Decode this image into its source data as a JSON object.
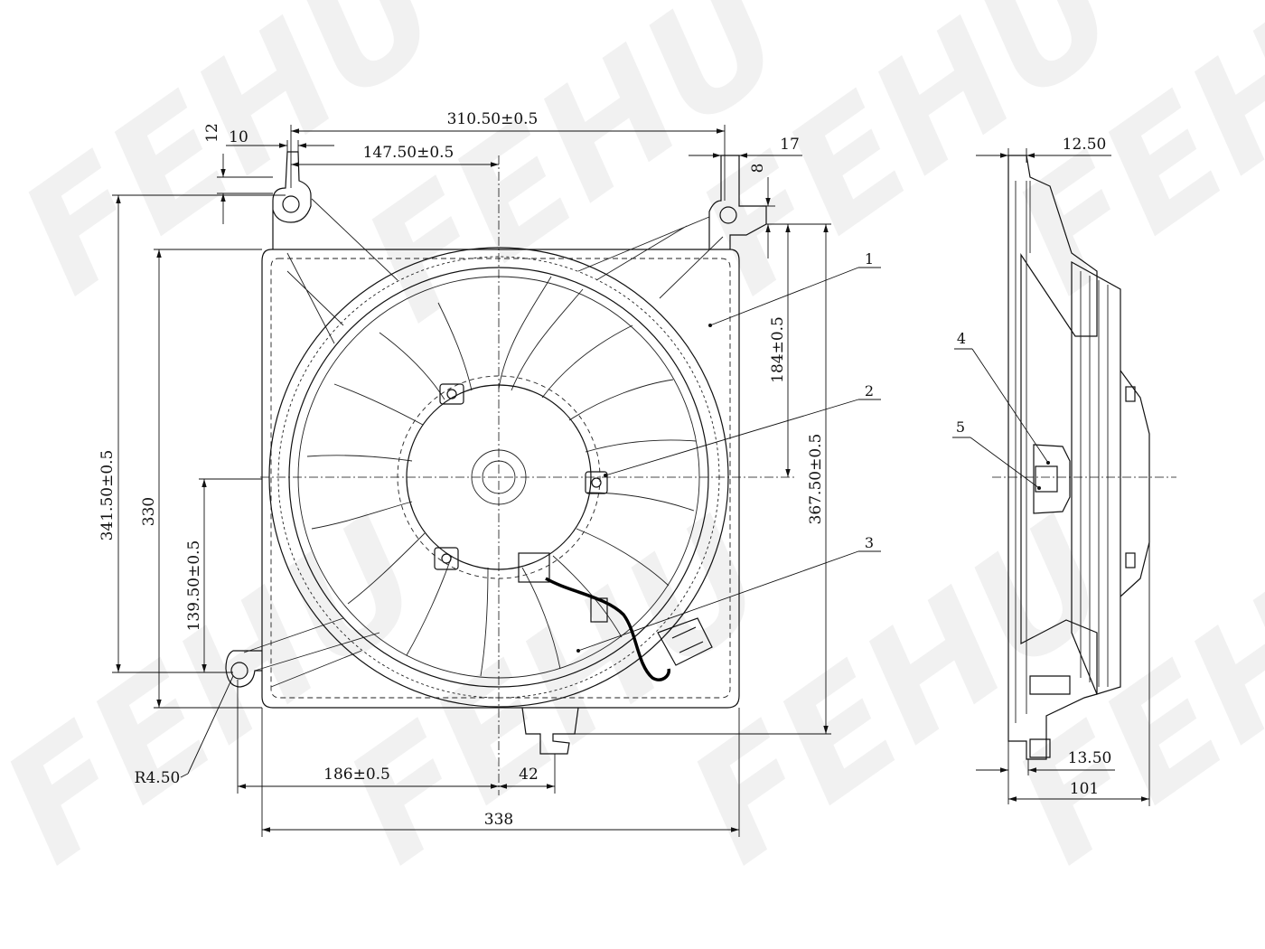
{
  "watermark": "FEHU",
  "views": {
    "front": {
      "dimensions": {
        "width_top": "310.50±0.5",
        "offset_top": "147.50±0.5",
        "tab_width_left": "10",
        "tab_height_left": "12",
        "tab_width_right": "17",
        "tab_height_right": "8",
        "height_left": "341.50±0.5",
        "height_frame": "330",
        "height_lower": "139.50±0.5",
        "height_upper_right": "184±0.5",
        "height_right": "367.50±0.5",
        "radius": "R4.50",
        "bottom_offset": "186±0.5",
        "bottom_small": "42",
        "width_total": "338"
      },
      "callouts": [
        "1",
        "2",
        "3"
      ]
    },
    "side": {
      "dimensions": {
        "top_thickness": "12.50",
        "bottom_thickness": "13.50",
        "depth": "101"
      },
      "callouts": [
        "4",
        "5"
      ]
    }
  }
}
